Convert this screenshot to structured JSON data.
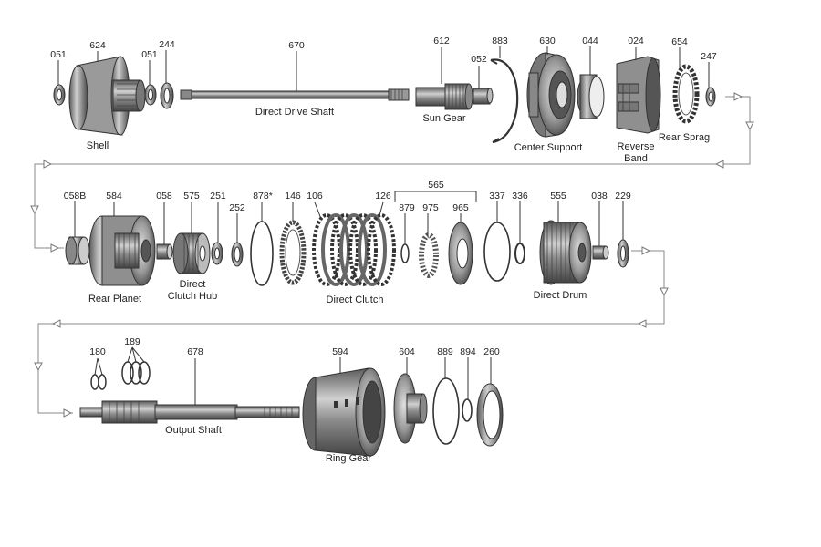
{
  "parts": {
    "p051a": "051",
    "p624": "624",
    "p051b": "051",
    "p244": "244",
    "p670": "670",
    "p612": "612",
    "p052": "052",
    "p883": "883",
    "p630": "630",
    "p044": "044",
    "p024": "024",
    "p654": "654",
    "p247": "247",
    "p058B": "058B",
    "p584": "584",
    "p058": "058",
    "p575": "575",
    "p251": "251",
    "p252": "252",
    "p878": "878*",
    "p146": "146",
    "p106": "106",
    "p126": "126",
    "p565": "565",
    "p879": "879",
    "p975": "975",
    "p965": "965",
    "p337": "337",
    "p336": "336",
    "p555": "555",
    "p038": "038",
    "p229": "229",
    "p180": "180",
    "p189": "189",
    "p678": "678",
    "p594": "594",
    "p604": "604",
    "p889": "889",
    "p894": "894",
    "p260": "260"
  },
  "labels": {
    "shell": "Shell",
    "direct_drive_shaft": "Direct Drive Shaft",
    "sun_gear": "Sun Gear",
    "center_support": "Center Support",
    "reverse_band_1": "Reverse",
    "reverse_band_2": "Band",
    "rear_sprag": "Rear Sprag",
    "rear_planet": "Rear Planet",
    "direct_clutch_hub_1": "Direct",
    "direct_clutch_hub_2": "Clutch Hub",
    "direct_clutch": "Direct Clutch",
    "direct_drum": "Direct Drum",
    "output_shaft": "Output  Shaft",
    "ring_gear": "Ring Gear"
  },
  "colors": {
    "metal_dark": "#555555",
    "metal_mid": "#8a8a8a",
    "metal_light": "#c8c8c8",
    "flow_line": "#888888"
  }
}
